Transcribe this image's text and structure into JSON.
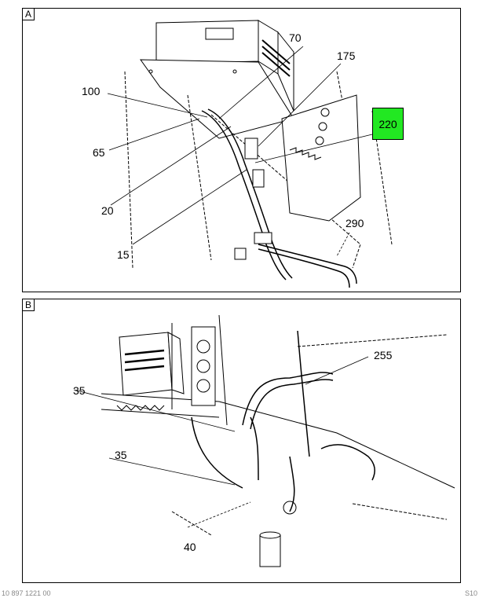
{
  "panel_a": {
    "tag": "A",
    "callouts": [
      "70",
      "175",
      "100",
      "65",
      "220",
      "20",
      "15",
      "290"
    ],
    "highlight": {
      "label": "220",
      "color": "#22e822"
    }
  },
  "panel_b": {
    "tag": "B",
    "callouts": [
      "255",
      "35",
      "35",
      "40"
    ]
  },
  "footer": {
    "left": "10 897 1221 00",
    "right": "S10"
  }
}
